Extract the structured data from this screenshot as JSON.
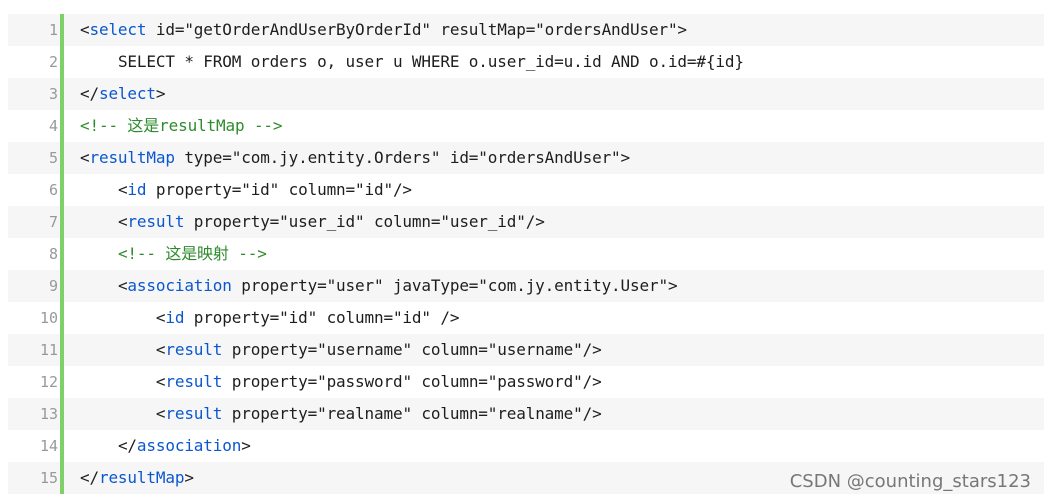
{
  "lines": [
    {
      "num": "1",
      "indent": "",
      "parts": [
        {
          "t": "<",
          "c": ""
        },
        {
          "t": "select",
          "c": "tag"
        },
        {
          "t": " id=\"getOrderAndUserByOrderId\" resultMap=\"ordersAndUser\">",
          "c": ""
        }
      ]
    },
    {
      "num": "2",
      "indent": "    ",
      "parts": [
        {
          "t": "SELECT * FROM orders o, user u WHERE o.user_id=u.id AND o.id=#{id}",
          "c": ""
        }
      ]
    },
    {
      "num": "3",
      "indent": "",
      "parts": [
        {
          "t": "</",
          "c": ""
        },
        {
          "t": "select",
          "c": "tag"
        },
        {
          "t": ">",
          "c": ""
        }
      ]
    },
    {
      "num": "4",
      "indent": "",
      "parts": [
        {
          "t": "<!-- 这是resultMap -->",
          "c": "cmt"
        }
      ]
    },
    {
      "num": "5",
      "indent": "",
      "parts": [
        {
          "t": "<",
          "c": ""
        },
        {
          "t": "resultMap",
          "c": "tag"
        },
        {
          "t": " type=\"com.jy.entity.Orders\" id=\"ordersAndUser\">",
          "c": ""
        }
      ]
    },
    {
      "num": "6",
      "indent": "    ",
      "parts": [
        {
          "t": "<",
          "c": ""
        },
        {
          "t": "id",
          "c": "tag"
        },
        {
          "t": " property=\"id\" column=\"id\"/>",
          "c": ""
        }
      ]
    },
    {
      "num": "7",
      "indent": "    ",
      "parts": [
        {
          "t": "<",
          "c": ""
        },
        {
          "t": "result",
          "c": "tag"
        },
        {
          "t": " property=\"user_id\" column=\"user_id\"/>",
          "c": ""
        }
      ]
    },
    {
      "num": "8",
      "indent": "    ",
      "parts": [
        {
          "t": "<!-- 这是映射 -->",
          "c": "cmt"
        }
      ]
    },
    {
      "num": "9",
      "indent": "    ",
      "parts": [
        {
          "t": "<",
          "c": ""
        },
        {
          "t": "association",
          "c": "tag"
        },
        {
          "t": " property=\"user\" javaType=\"com.jy.entity.User\">",
          "c": ""
        }
      ]
    },
    {
      "num": "10",
      "indent": "        ",
      "parts": [
        {
          "t": "<",
          "c": ""
        },
        {
          "t": "id",
          "c": "tag"
        },
        {
          "t": " property=\"id\" column=\"id\" />",
          "c": ""
        }
      ]
    },
    {
      "num": "11",
      "indent": "        ",
      "parts": [
        {
          "t": "<",
          "c": ""
        },
        {
          "t": "result",
          "c": "tag"
        },
        {
          "t": " property=\"username\" column=\"username\"/>",
          "c": ""
        }
      ]
    },
    {
      "num": "12",
      "indent": "        ",
      "parts": [
        {
          "t": "<",
          "c": ""
        },
        {
          "t": "result",
          "c": "tag"
        },
        {
          "t": " property=\"password\" column=\"password\"/>",
          "c": ""
        }
      ]
    },
    {
      "num": "13",
      "indent": "        ",
      "parts": [
        {
          "t": "<",
          "c": ""
        },
        {
          "t": "result",
          "c": "tag"
        },
        {
          "t": " property=\"realname\" column=\"realname\"/>",
          "c": ""
        }
      ]
    },
    {
      "num": "14",
      "indent": "    ",
      "parts": [
        {
          "t": "</",
          "c": ""
        },
        {
          "t": "association",
          "c": "tag"
        },
        {
          "t": ">",
          "c": ""
        }
      ]
    },
    {
      "num": "15",
      "indent": "",
      "parts": [
        {
          "t": "</",
          "c": ""
        },
        {
          "t": "resultMap",
          "c": "tag"
        },
        {
          "t": ">",
          "c": ""
        }
      ]
    }
  ],
  "watermark": "CSDN @counting_stars123",
  "colors": {
    "tag": "#0b57d0",
    "comment": "#2e8b2e",
    "gutter_bar": "#7fd06b",
    "stripe": "#f6f6f6"
  }
}
